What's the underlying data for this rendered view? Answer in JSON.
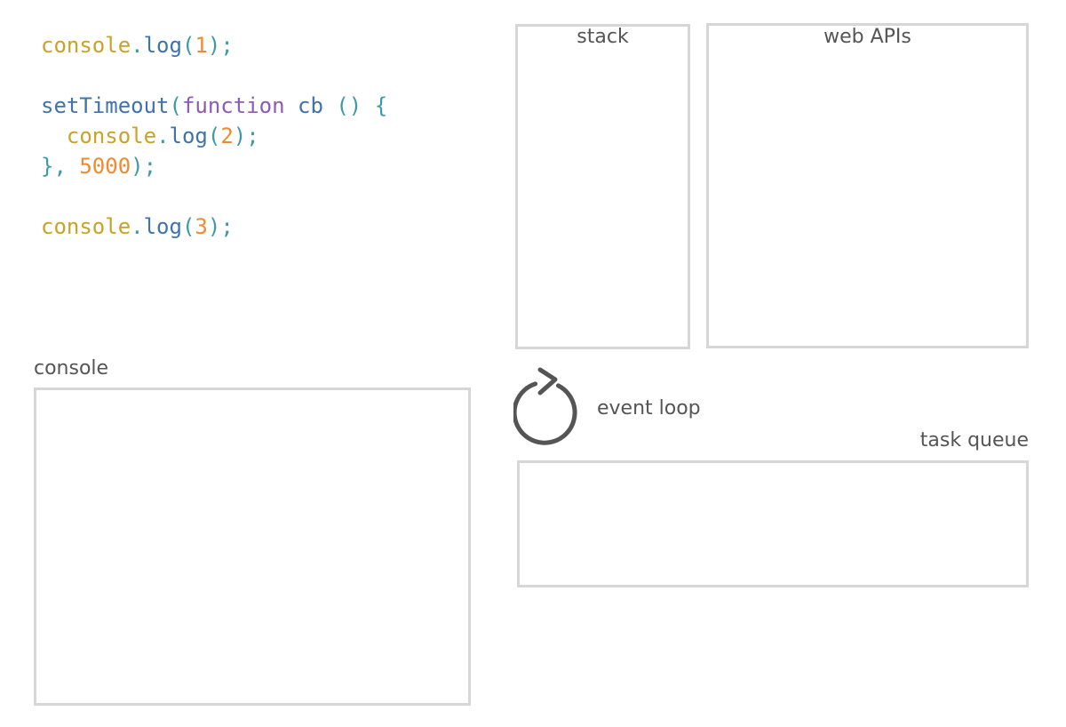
{
  "code": {
    "line1": {
      "obj": "console",
      "dot": ".",
      "method": "log",
      "open": "(",
      "arg": "1",
      "close": ");"
    },
    "line3": {
      "fn": "setTimeout",
      "open": "(",
      "keyword": "function",
      "name": " cb ",
      "params": "() {"
    },
    "line4": {
      "indent": "  ",
      "obj": "console",
      "dot": ".",
      "method": "log",
      "open": "(",
      "arg": "2",
      "close": ");"
    },
    "line5": {
      "brace": "}, ",
      "delay": "5000",
      "close": ");"
    },
    "line7": {
      "obj": "console",
      "dot": ".",
      "method": "log",
      "open": "(",
      "arg": "3",
      "close": ");"
    }
  },
  "panels": {
    "stack_label": "stack",
    "webapis_label": "web APIs",
    "console_label": "console",
    "event_loop_label": "event loop",
    "task_queue_label": "task queue"
  },
  "colors": {
    "identifier": "#c9a227",
    "method": "#3f73b0",
    "punctuation": "#3b9aa6",
    "number": "#f08a2e",
    "keyword": "#8e5ab4",
    "panel_border": "#d6d6d6",
    "label_text": "#555555"
  },
  "icons": {
    "event_loop": "circular-arrow-icon"
  }
}
